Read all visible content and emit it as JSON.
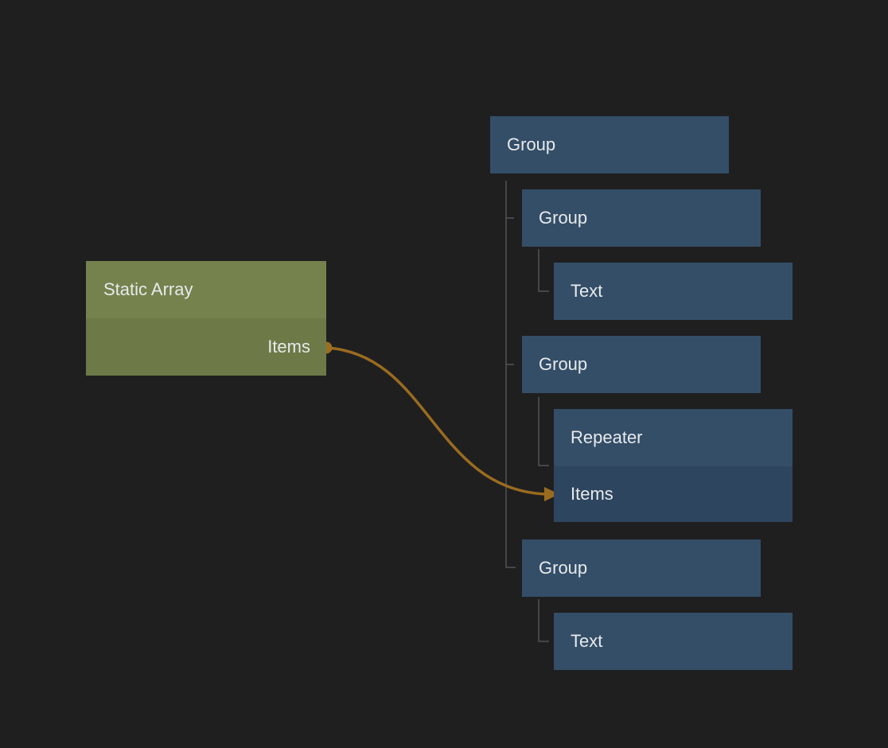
{
  "colors": {
    "bg": "#1f1f20",
    "node_blue": "#344e68",
    "node_blue_dark": "#2e455f",
    "node_green_header": "#75824d",
    "node_green_body": "#6d7a48",
    "wire": "#9a6b1f",
    "wire_dot": "#9c6e22",
    "tree_line": "#545456",
    "text": "#e7eaec"
  },
  "source_node": {
    "title": "Static Array",
    "output_port_label": "Items"
  },
  "tree": {
    "nodes": [
      {
        "label": "Group",
        "depth": 0
      },
      {
        "label": "Group",
        "depth": 1
      },
      {
        "label": "Text",
        "depth": 2
      },
      {
        "label": "Group",
        "depth": 1
      },
      {
        "label": "Repeater",
        "depth": 2,
        "sub_row_label": "Items"
      },
      {
        "label": "Group",
        "depth": 1
      },
      {
        "label": "Text",
        "depth": 2
      }
    ]
  },
  "connection": {
    "from": "Static Array.Items",
    "to": "Repeater.Items"
  }
}
